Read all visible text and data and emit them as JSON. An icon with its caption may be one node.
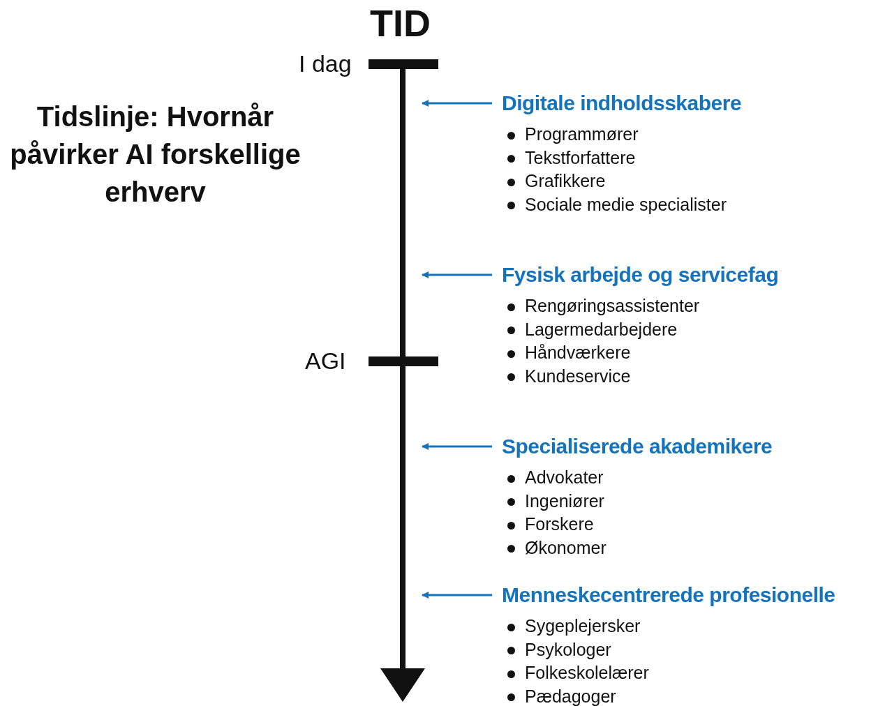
{
  "diagram": {
    "title": "Tidslinje: Hvornår påvirker AI forskellige erhverv",
    "nodes": [
      {
        "text": [
          "Digitale indholdsskabere",
          "Programmører",
          "Tekstforfattere",
          "Grafikkere",
          "Sociale medie specialister"
        ]
      },
      {
        "text": [
          "Fysisk arbejde og servicefag",
          "Rengøringsassistenter",
          "Lagermedarbejdere",
          "Håndværkere",
          "Kundeservice"
        ]
      },
      {
        "text": [
          "Specialiserede akademikere",
          "Advokater",
          "Ingeniører",
          "Forskere",
          "Økonomer"
        ]
      },
      {
        "text": [
          "Menneskecentrerede profesionelle",
          "Sygeplejersker",
          "Psykologer",
          "Folkeskolelærer",
          "Pædagoger"
        ]
      }
    ],
    "edges": [
      {
        "from": 0,
        "to": null,
        "arrow": "to"
      },
      {
        "from": 1,
        "to": null,
        "arrow": "to"
      },
      {
        "from": 2,
        "to": null,
        "arrow": "to"
      },
      {
        "from": 3,
        "to": null,
        "arrow": "to"
      }
    ],
    "labels": [
      "TID",
      "I dag",
      "AGI"
    ]
  }
}
